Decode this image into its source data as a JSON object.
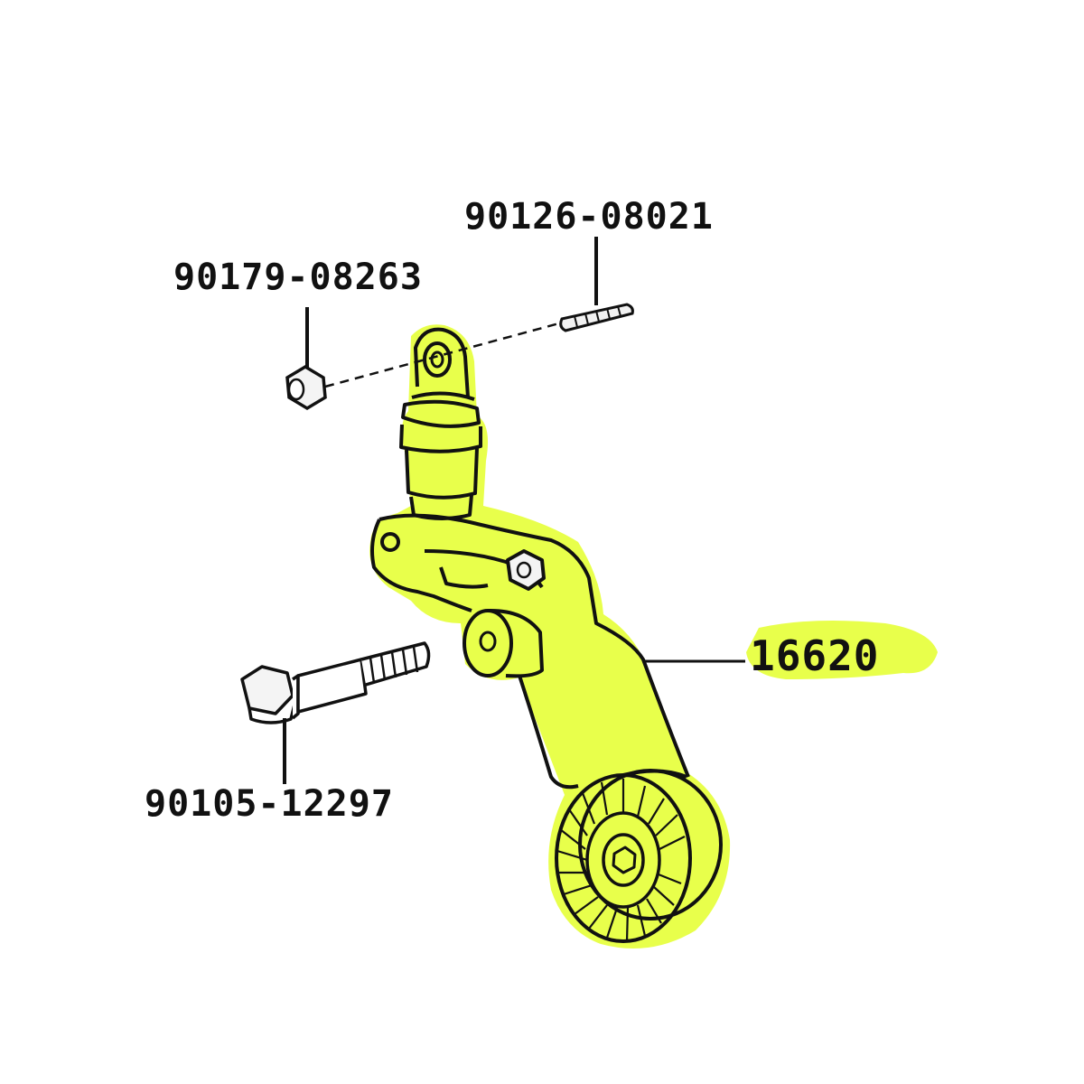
{
  "diagram": {
    "highlight_color": "#e6ff3c",
    "parts": [
      {
        "part_number": "90126-08021",
        "icon": "stud-bolt-icon"
      },
      {
        "part_number": "90179-08263",
        "icon": "nut-icon"
      },
      {
        "part_number": "16620",
        "icon": "belt-tensioner-assembly-icon"
      },
      {
        "part_number": "90105-12297",
        "icon": "flange-bolt-icon"
      }
    ]
  }
}
